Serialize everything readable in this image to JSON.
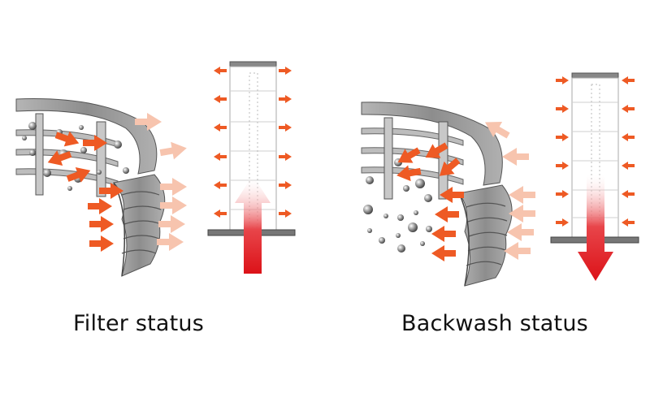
{
  "labels": {
    "filter": "Filter status",
    "backwash": "Backwash status"
  },
  "colors": {
    "flow_arrow": "#ee5a24",
    "flow_arrow_faded": "#f7c4ae",
    "flow_strong": "#e0161e",
    "element_body": "#9c9c9c",
    "element_edge": "#555555",
    "frame_line": "#aaaaaa"
  },
  "panels": [
    {
      "mode": "filter",
      "flow": "up",
      "radial_arrows": "outward"
    },
    {
      "mode": "backwash",
      "flow": "down",
      "radial_arrows": "inward"
    }
  ]
}
